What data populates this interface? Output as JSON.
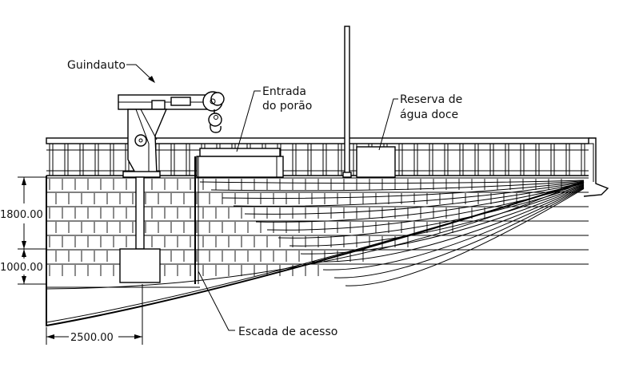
{
  "labels": {
    "crane": "Guindauto",
    "hold_entrance_line1": "Entrada",
    "hold_entrance_line2": "do porão",
    "water_line1": "Reserva de",
    "water_line2": "água doce",
    "ladder": "Escada de acesso"
  },
  "dimensions": {
    "upper_height": "1800.00",
    "lower_height": "1000.00",
    "width": "2500.00"
  }
}
